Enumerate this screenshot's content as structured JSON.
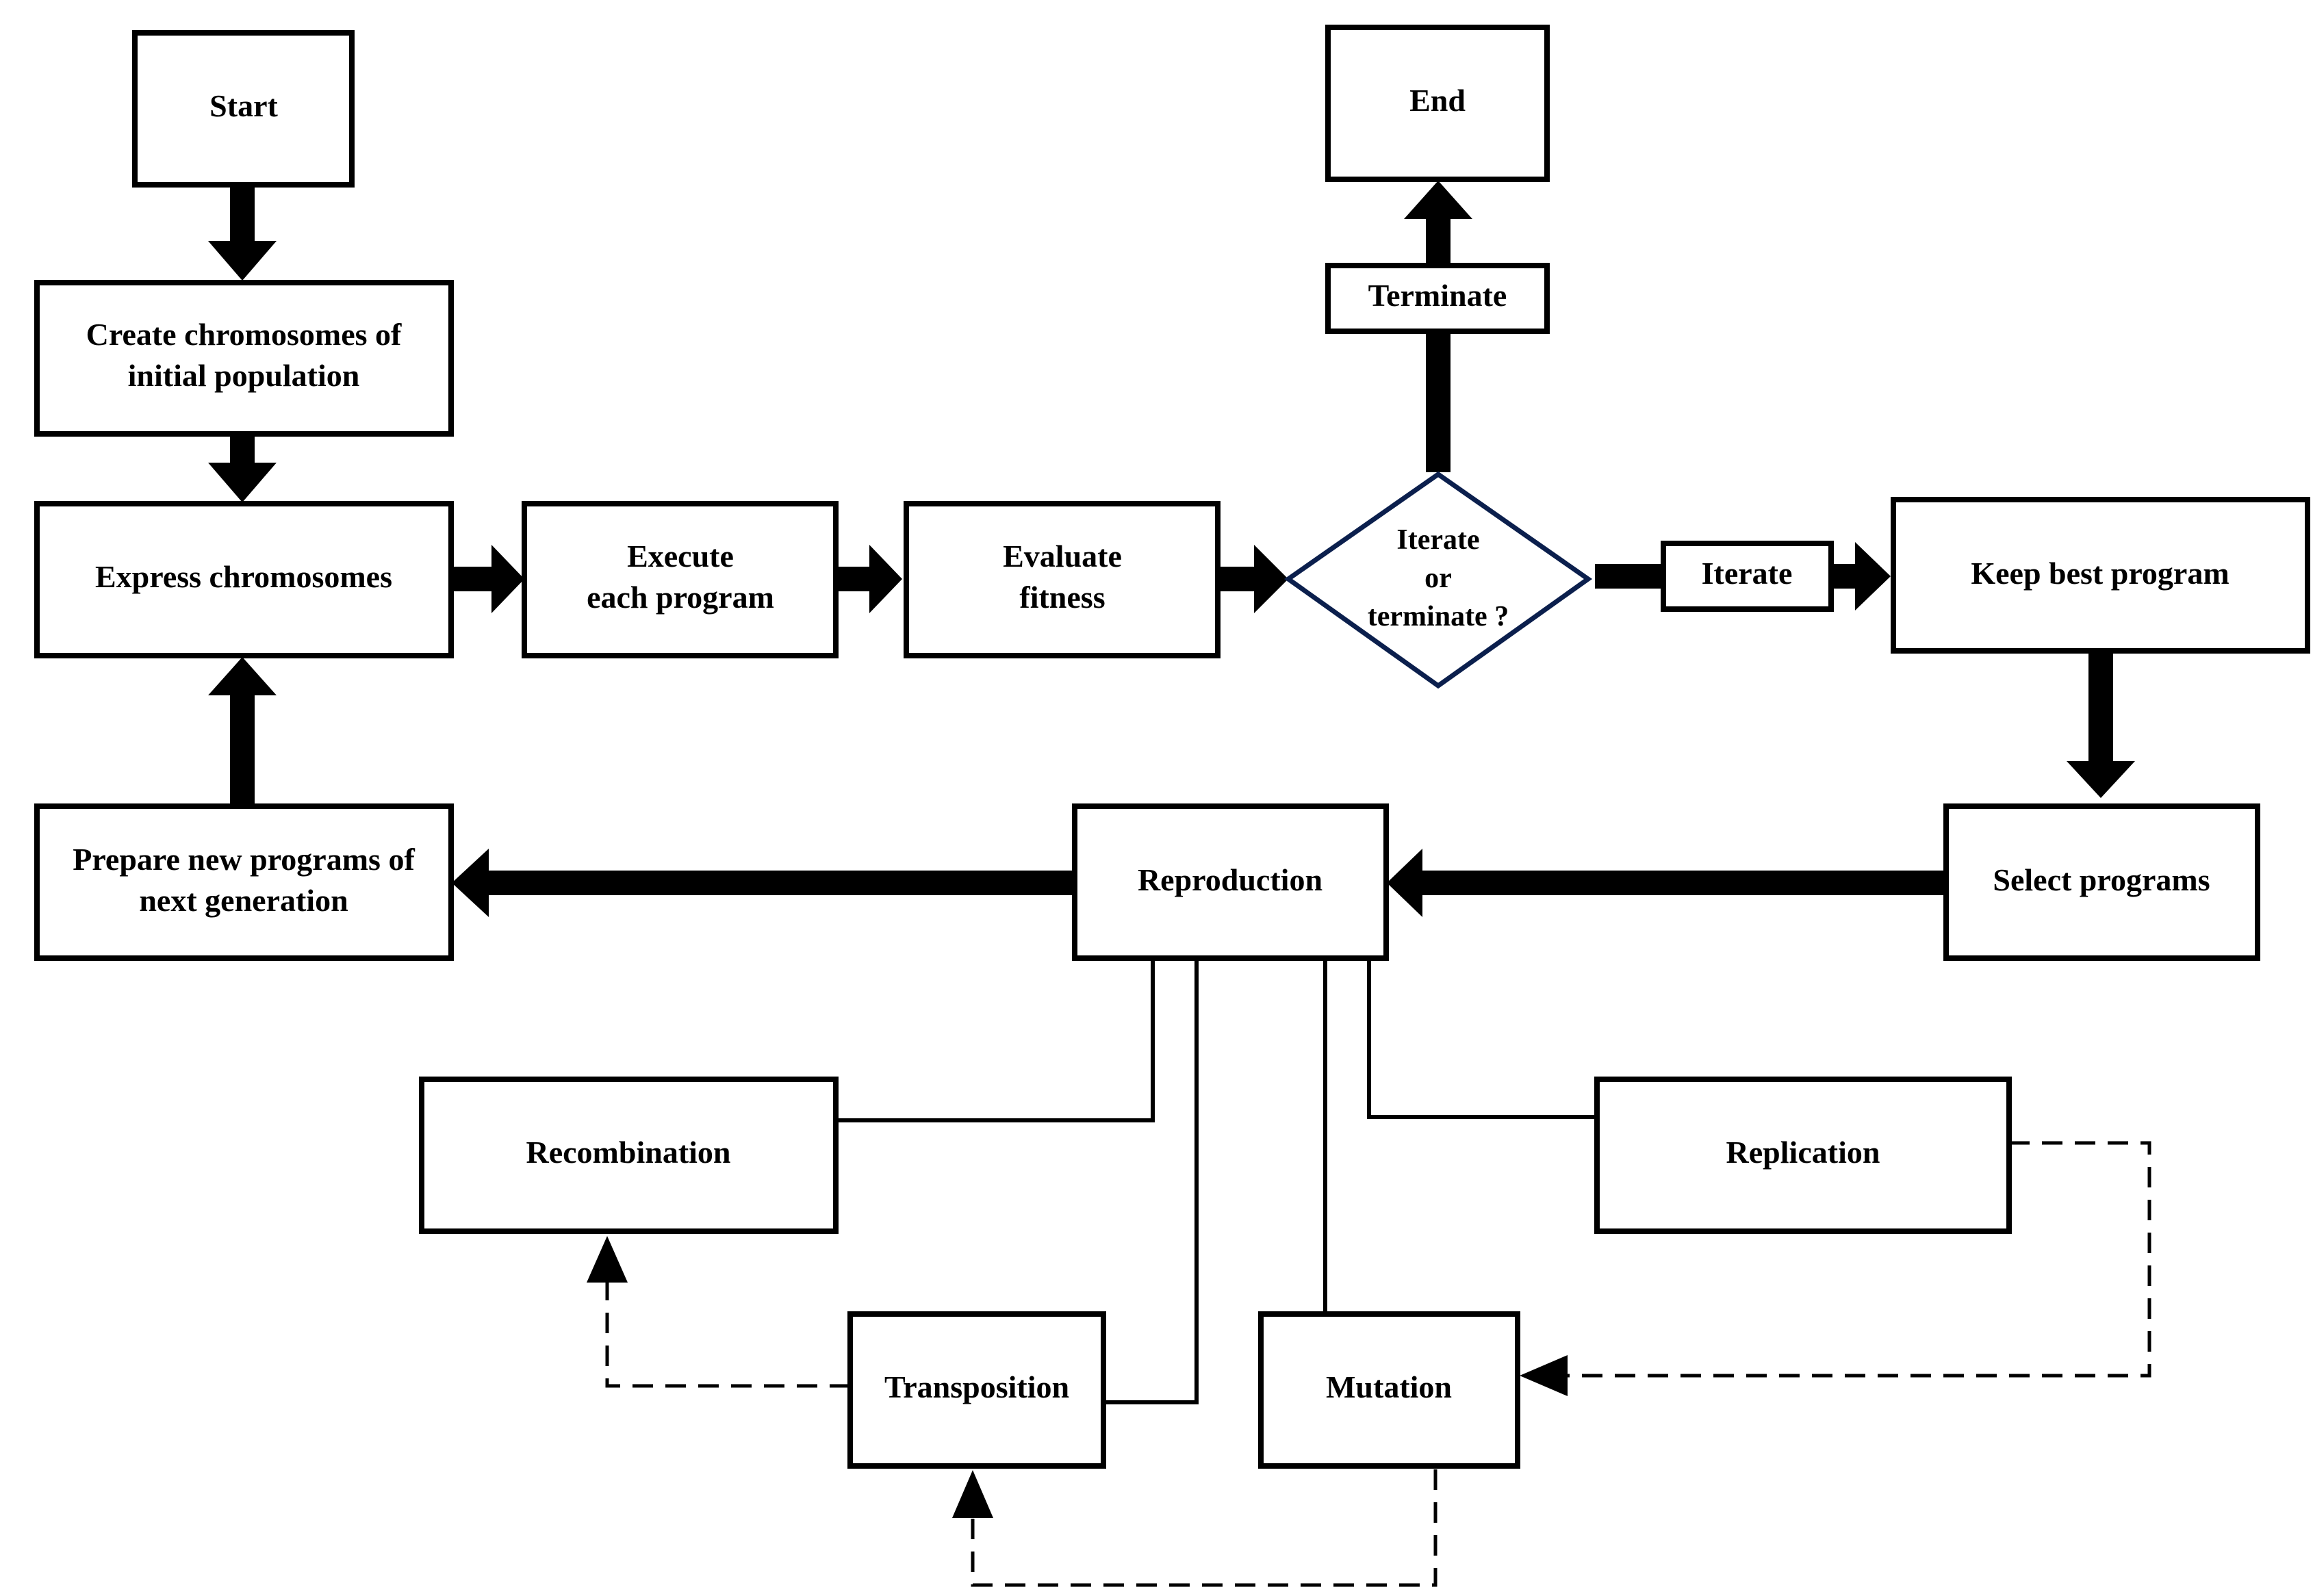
{
  "nodes": {
    "start": {
      "lines": [
        "Start"
      ]
    },
    "create": {
      "lines": [
        "Create chromosomes of",
        "initial population"
      ]
    },
    "express": {
      "lines": [
        "Express chromosomes"
      ]
    },
    "execute": {
      "lines": [
        "Execute",
        "each program"
      ]
    },
    "evaluate": {
      "lines": [
        "Evaluate",
        "fitness"
      ]
    },
    "decision": {
      "lines": [
        "Iterate",
        "or",
        "terminate ?"
      ]
    },
    "terminate": {
      "lines": [
        "Terminate"
      ]
    },
    "end": {
      "lines": [
        "End"
      ]
    },
    "iterate": {
      "lines": [
        "Iterate"
      ]
    },
    "keep_best": {
      "lines": [
        "Keep best program"
      ]
    },
    "select": {
      "lines": [
        "Select programs"
      ]
    },
    "reproduction": {
      "lines": [
        "Reproduction"
      ]
    },
    "prepare": {
      "lines": [
        "Prepare new programs of",
        "next generation"
      ]
    },
    "recombination": {
      "lines": [
        "Recombination"
      ]
    },
    "replication": {
      "lines": [
        "Replication"
      ]
    },
    "transposition": {
      "lines": [
        "Transposition"
      ]
    },
    "mutation": {
      "lines": [
        "Mutation"
      ]
    }
  },
  "edges": [
    {
      "from": "start",
      "to": "create",
      "style": "thick-arrow"
    },
    {
      "from": "create",
      "to": "express",
      "style": "thick-arrow"
    },
    {
      "from": "express",
      "to": "execute",
      "style": "thick-arrow"
    },
    {
      "from": "execute",
      "to": "evaluate",
      "style": "thick-arrow"
    },
    {
      "from": "evaluate",
      "to": "decision",
      "style": "thick-arrow"
    },
    {
      "from": "decision",
      "to": "terminate",
      "style": "thick-line"
    },
    {
      "from": "terminate",
      "to": "end",
      "style": "thick-arrow"
    },
    {
      "from": "decision",
      "to": "iterate",
      "style": "thick-line"
    },
    {
      "from": "iterate",
      "to": "keep_best",
      "style": "thick-arrow"
    },
    {
      "from": "keep_best",
      "to": "select",
      "style": "thick-arrow"
    },
    {
      "from": "select",
      "to": "reproduction",
      "style": "thick-arrow"
    },
    {
      "from": "reproduction",
      "to": "prepare",
      "style": "thick-arrow"
    },
    {
      "from": "prepare",
      "to": "express",
      "style": "thick-arrow"
    },
    {
      "from": "reproduction",
      "to": "recombination",
      "style": "thin-line"
    },
    {
      "from": "reproduction",
      "to": "transposition",
      "style": "thin-line"
    },
    {
      "from": "reproduction",
      "to": "mutation",
      "style": "thin-line"
    },
    {
      "from": "reproduction",
      "to": "replication",
      "style": "thin-line"
    },
    {
      "from": "transposition",
      "to": "recombination",
      "style": "dashed-arrow"
    },
    {
      "from": "mutation",
      "to": "transposition",
      "style": "dashed-arrow"
    },
    {
      "from": "replication",
      "to": "mutation",
      "style": "dashed-arrow"
    }
  ]
}
